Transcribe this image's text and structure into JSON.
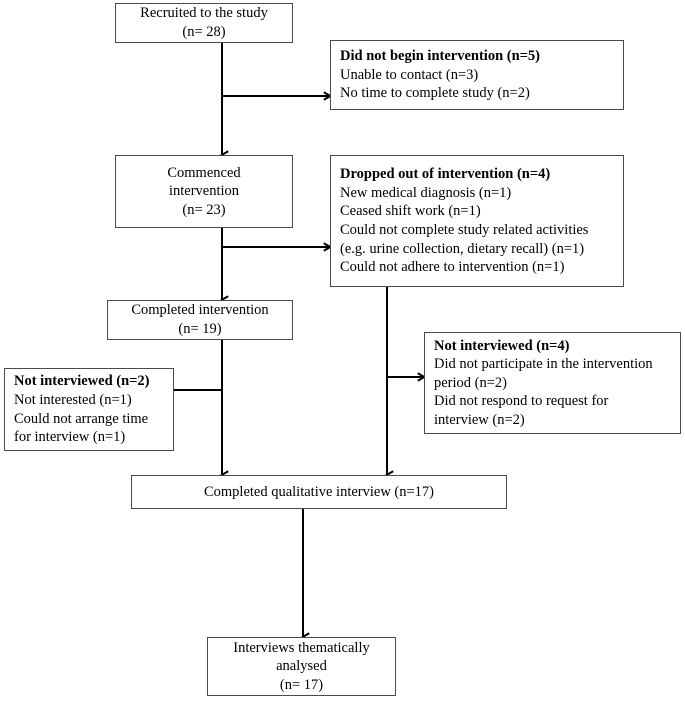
{
  "diagram": {
    "title": "Participant flow diagram",
    "line_color": "#000000",
    "box_border_color": "#4a4a4a",
    "background": "#ffffff",
    "nodes": {
      "recruited": {
        "lines": [
          "Recruited  to the study",
          "(n= 28)"
        ],
        "bold": [
          false,
          false
        ]
      },
      "did_not_begin": {
        "lines": [
          "Did not begin intervention (n=5)",
          "Unable to contact (n=3)",
          "No time to complete study (n=2)"
        ],
        "bold": [
          true,
          false,
          false
        ]
      },
      "commenced": {
        "lines": [
          "Commenced",
          "intervention",
          "(n= 23)"
        ],
        "bold": [
          false,
          false,
          false
        ]
      },
      "dropped_out": {
        "lines": [
          "Dropped out of intervention (n=4)",
          "New medical diagnosis (n=1)",
          "Ceased shift work (n=1)",
          "Could not complete study related activities",
          "(e.g. urine collection, dietary recall) (n=1)",
          "Could not adhere to intervention (n=1)"
        ],
        "bold": [
          true,
          false,
          false,
          false,
          false,
          false
        ]
      },
      "completed_intervention": {
        "lines": [
          "Completed intervention",
          "(n= 19)"
        ],
        "bold": [
          false,
          false
        ]
      },
      "not_interviewed_4": {
        "lines": [
          "Not interviewed (n=4)",
          "Did not participate in the intervention",
          "period (n=2)",
          "Did not respond to request for",
          "interview (n=2)"
        ],
        "bold": [
          true,
          false,
          false,
          false,
          false
        ]
      },
      "not_interviewed_2": {
        "lines": [
          "Not interviewed (n=2)",
          "Not interested (n=1)",
          "Could not arrange time",
          "for interview (n=1)"
        ],
        "bold": [
          true,
          false,
          false,
          false
        ]
      },
      "completed_interview": {
        "lines": [
          "Completed qualitative interview (n=17)"
        ],
        "bold": [
          false
        ]
      },
      "thematically_analysed": {
        "lines": [
          "Interviews thematically",
          "analysed",
          "(n= 17)"
        ],
        "bold": [
          false,
          false,
          false
        ]
      }
    }
  }
}
